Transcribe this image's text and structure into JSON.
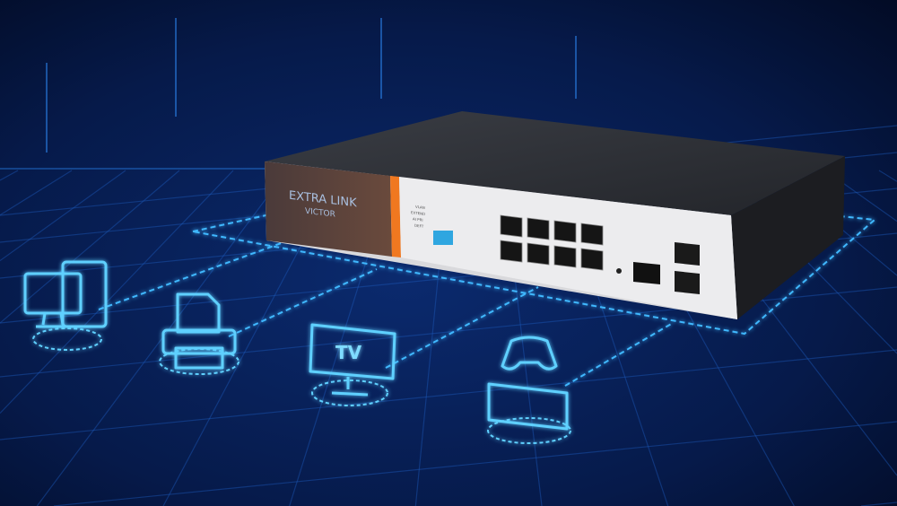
{
  "product": {
    "logo_text": "EXTRA LINK",
    "model_text": "VICTOR",
    "switch_labels": [
      "VLAN",
      "EXTEND",
      "AI PRI",
      "DEFT"
    ]
  },
  "devices": [
    {
      "name": "computer",
      "icon": "desktop-computer-icon"
    },
    {
      "name": "printer",
      "icon": "printer-icon"
    },
    {
      "name": "tv",
      "icon": "tv-icon",
      "label": "TV"
    },
    {
      "name": "game-console",
      "icon": "gamepad-console-icon"
    }
  ],
  "colors": {
    "background": "#04102e",
    "glow": "#3fb8ff",
    "accent": "#f07820",
    "panel": "#e8e8ea",
    "chassis": "#2a2c31",
    "wood": "#5a3e36"
  }
}
